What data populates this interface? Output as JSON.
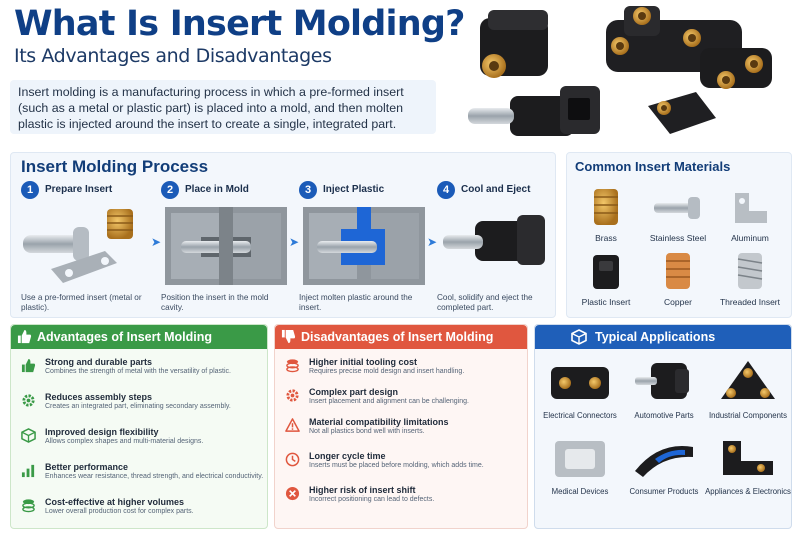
{
  "header": {
    "title": "What Is Insert Molding?",
    "subtitle": "Its Advantages and Disadvantages",
    "intro": "Insert molding is a manufacturing process in which a pre-formed insert (such as a metal or plastic part) is placed into a mold, and then molten plastic is injected around the insert to create a single, integrated part."
  },
  "process": {
    "title": "Insert Molding Process",
    "steps": [
      {
        "num": "1",
        "title": "Prepare Insert",
        "desc": "Use a pre-formed insert (metal or plastic)."
      },
      {
        "num": "2",
        "title": "Place in Mold",
        "desc": "Position the insert in the mold cavity."
      },
      {
        "num": "3",
        "title": "Inject Plastic",
        "desc": "Inject molten plastic around the insert."
      },
      {
        "num": "4",
        "title": "Cool and Eject",
        "desc": "Cool, solidify and eject the completed part."
      }
    ]
  },
  "materials": {
    "title": "Common Insert Materials",
    "items": [
      "Brass",
      "Stainless Steel",
      "Aluminum",
      "Plastic Insert",
      "Copper",
      "Threaded Insert"
    ]
  },
  "advantages": {
    "title": "Advantages of Insert Molding",
    "items": [
      {
        "title": "Strong and durable parts",
        "desc": "Combines the strength of metal with the versatility of plastic.",
        "icon": "thumbs-up-icon"
      },
      {
        "title": "Reduces assembly steps",
        "desc": "Creates an integrated part, eliminating secondary assembly.",
        "icon": "gear-icon"
      },
      {
        "title": "Improved design flexibility",
        "desc": "Allows complex shapes and multi-material designs.",
        "icon": "cube-icon"
      },
      {
        "title": "Better performance",
        "desc": "Enhances wear resistance, thread strength, and electrical conductivity.",
        "icon": "bar-chart-icon"
      },
      {
        "title": "Cost-effective at higher volumes",
        "desc": "Lower overall production cost for complex parts.",
        "icon": "coins-icon"
      }
    ]
  },
  "disadvantages": {
    "title": "Disadvantages of Insert Molding",
    "items": [
      {
        "title": "Higher initial tooling cost",
        "desc": "Requires precise mold design and insert handling.",
        "icon": "coins-icon"
      },
      {
        "title": "Complex part design",
        "desc": "Insert placement and alignment can be challenging.",
        "icon": "gear-icon"
      },
      {
        "title": "Material compatibility limitations",
        "desc": "Not all plastics bond well with inserts.",
        "icon": "warning-icon"
      },
      {
        "title": "Longer cycle time",
        "desc": "Inserts must be placed before molding, which adds time.",
        "icon": "clock-icon"
      },
      {
        "title": "Higher risk of insert shift",
        "desc": "Incorrect positioning can lead to defects.",
        "icon": "x-circle-icon"
      }
    ]
  },
  "applications": {
    "title": "Typical Applications",
    "items": [
      "Electrical Connectors",
      "Automotive Parts",
      "Industrial Components",
      "Medical Devices",
      "Consumer Products",
      "Appliances & Electronics"
    ]
  },
  "colors": {
    "title": "#0f3f86",
    "advantages": "#3a9a47",
    "disadvantages": "#e0573f",
    "applications": "#1f5fb9",
    "brass": "#d49a35",
    "plastic": "#222222"
  }
}
